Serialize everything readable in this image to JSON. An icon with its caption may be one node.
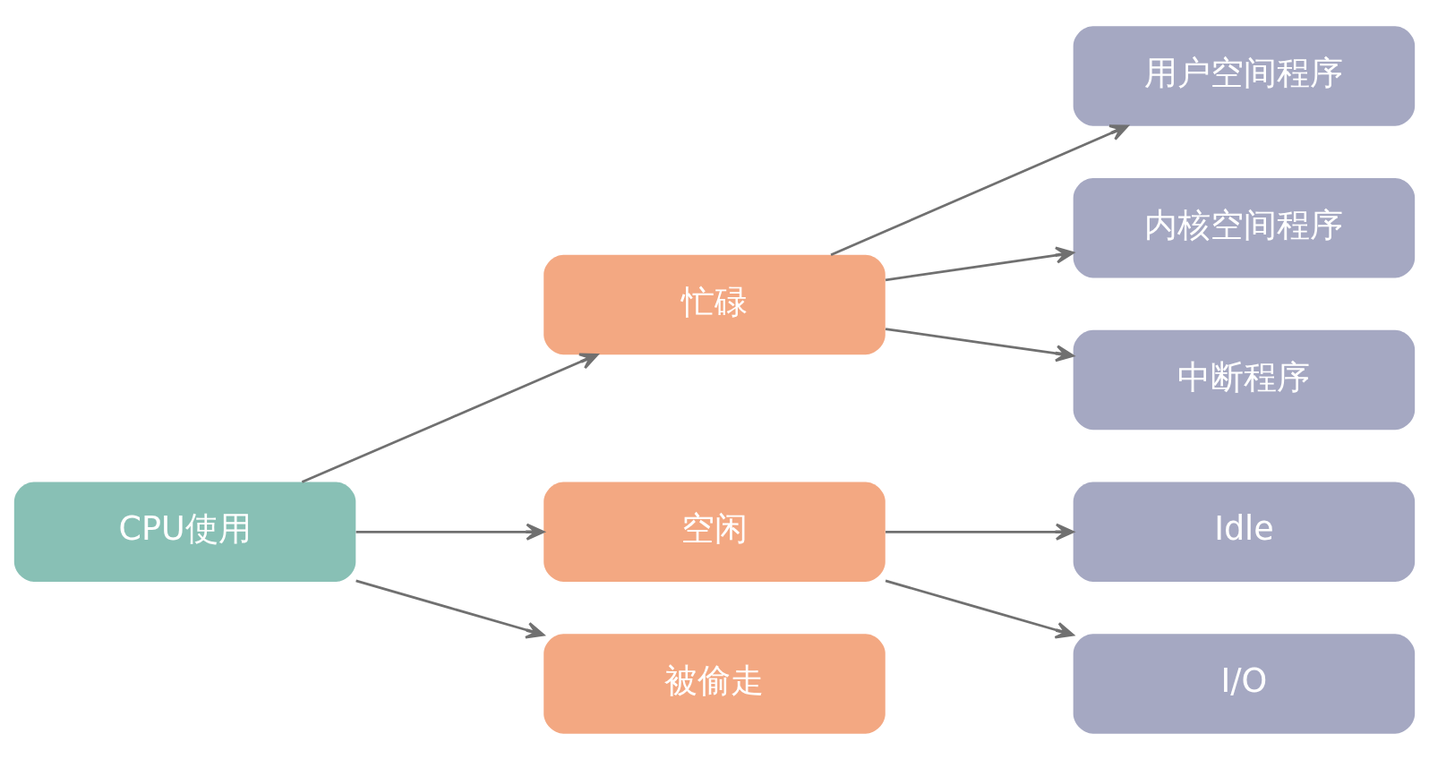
{
  "diagram": {
    "nodes": [
      {
        "text": [
          "CPU使用"
        ]
      },
      {
        "text": [
          "忙碌"
        ]
      },
      {
        "text": [
          "空闲"
        ]
      },
      {
        "text": [
          "被偷走"
        ]
      },
      {
        "text": [
          "用户空间程序"
        ]
      },
      {
        "text": [
          "内核空间程序"
        ]
      },
      {
        "text": [
          "中断程序"
        ]
      },
      {
        "text": [
          "Idle"
        ]
      },
      {
        "text": [
          "I/O"
        ]
      }
    ],
    "edges": [
      {
        "from": 0,
        "to": 1,
        "arrow": "to"
      },
      {
        "from": 0,
        "to": 2,
        "arrow": "to"
      },
      {
        "from": 0,
        "to": 3,
        "arrow": "to"
      },
      {
        "from": 1,
        "to": 4,
        "arrow": "to"
      },
      {
        "from": 1,
        "to": 5,
        "arrow": "to"
      },
      {
        "from": 1,
        "to": 6,
        "arrow": "to"
      },
      {
        "from": 2,
        "to": 7,
        "arrow": "to"
      },
      {
        "from": 2,
        "to": 8,
        "arrow": "to"
      }
    ]
  }
}
